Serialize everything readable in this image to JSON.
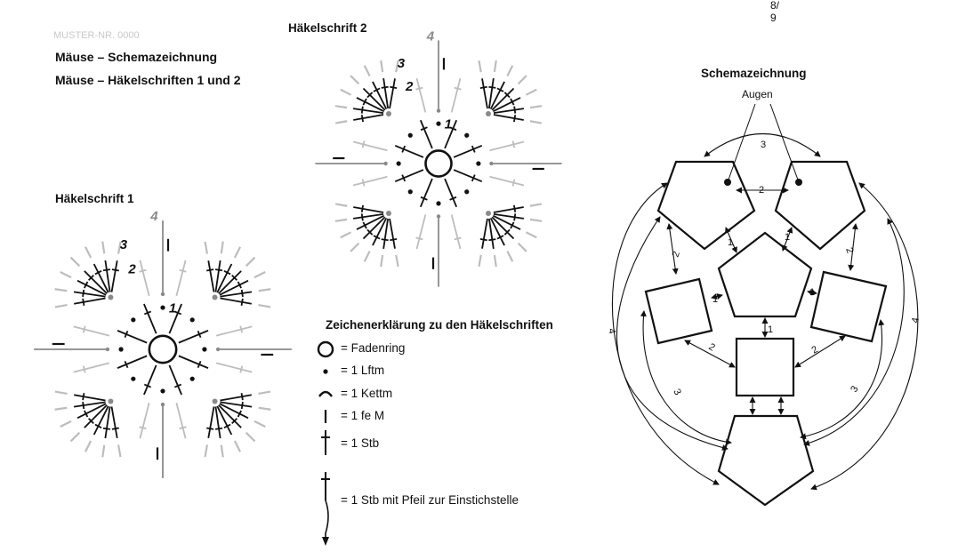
{
  "faint_header": "MUSTER-NR. 0000",
  "page_ref_top": "8/",
  "page_ref_bottom": "9",
  "title_line1": "Mäuse – Schemazeichnung",
  "title_line2": "Mäuse – Häkelschriften 1 und 2",
  "chart1": {
    "heading": "Häkelschrift 1",
    "round_labels": [
      "1",
      "2",
      "3",
      "4"
    ]
  },
  "chart2": {
    "heading": "Häkelschrift 2",
    "round_labels": [
      "1",
      "2",
      "3",
      "4"
    ]
  },
  "legend": {
    "heading": "Zeichenerklärung zu den Häkelschriften",
    "items": [
      {
        "symbol": "ring-icon",
        "label": "= Fadenring"
      },
      {
        "symbol": "dot-icon",
        "label": "= 1 Lftm"
      },
      {
        "symbol": "arc-icon",
        "label": "= 1 Kettm"
      },
      {
        "symbol": "bar-icon",
        "label": "= 1 fe M"
      },
      {
        "symbol": "stb-icon",
        "label": "= 1 Stb"
      },
      {
        "symbol": "stb-arrow-icon",
        "label": "= 1 Stb mit Pfeil zur Einstichstelle"
      }
    ]
  },
  "schema": {
    "heading": "Schemazeichnung",
    "eyes_label": "Augen",
    "connection_labels": {
      "eyes_top": "3",
      "eyes_mid": "2",
      "side_left": "2",
      "side_right": "2",
      "inner_left": "1",
      "inner_right": "1",
      "center_left": "1",
      "center_right": "1",
      "center_bottom": "1",
      "lower_left": "2",
      "lower_right": "2",
      "outer_left": "4",
      "outer_right": "4",
      "bottom_left": "3",
      "bottom_right": "3"
    }
  },
  "colors": {
    "ink": "#111111",
    "grey_stitch": "#8a8a8a",
    "light_grey": "#bdbdbd"
  }
}
